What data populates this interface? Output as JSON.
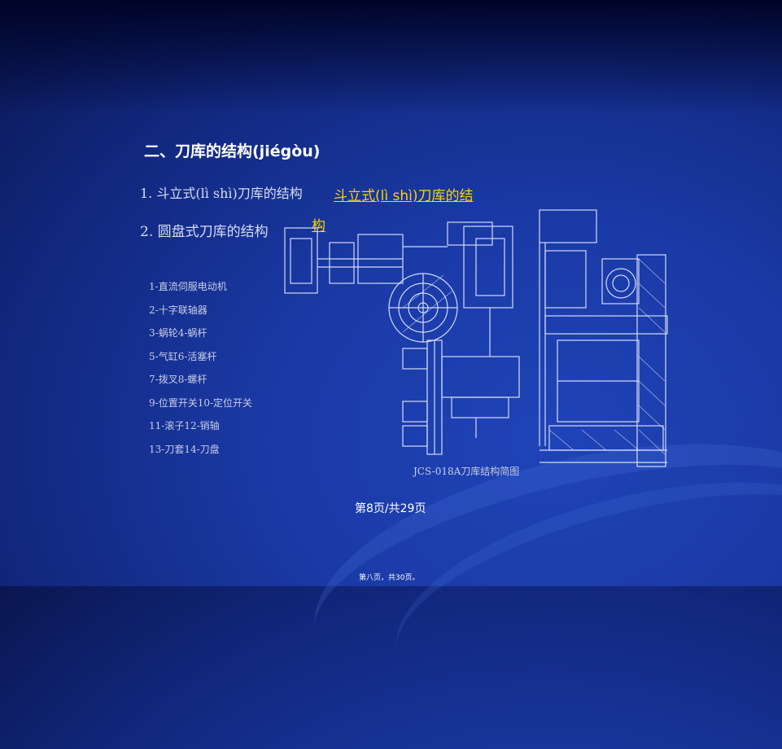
{
  "slide": {
    "section_title": "二、刀库的结构(jiégòu)",
    "items": [
      "1. 斗立式(lì shì)刀库的结构",
      "2. 圆盘式刀库的结构"
    ],
    "link_line1": "斗立式(lì shì)刀库的结",
    "link_line2": "构",
    "legend": [
      "1-直流伺服电动机",
      "2-十字联轴器",
      "3-蜗轮4-蜗杆",
      "5-气缸6-活塞杆",
      "7-拨叉8-螺杆",
      "9-位置开关10-定位开关",
      "11-滚子12-销轴",
      "13-刀套14-刀盘"
    ],
    "caption": "JCS-018A刀库结构简图",
    "page_number": "第8页/共29页",
    "footer": "第八页，共30页。"
  },
  "colors": {
    "background": "#1a3aa6",
    "link": "#ffd400",
    "text": "#d8ddf2"
  }
}
